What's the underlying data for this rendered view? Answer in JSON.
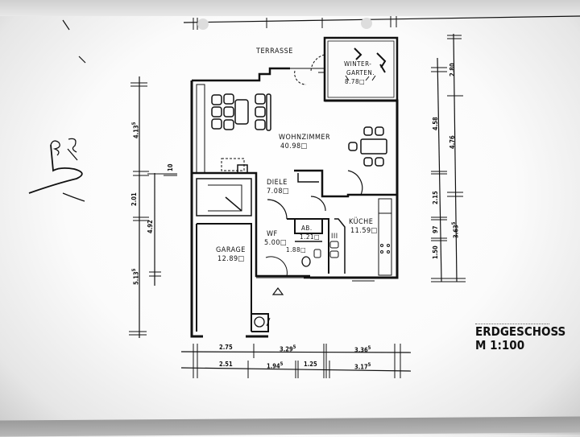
{
  "drawing": {
    "title": "ERDGESCHOSS",
    "scale": "M 1:100"
  },
  "rooms": [
    {
      "name": "TERRASSE",
      "area": ""
    },
    {
      "name": "WINTER-",
      "name2": "GARTEN.",
      "area": "8.78□"
    },
    {
      "name": "WOHNZIMMER",
      "area": "40.98□"
    },
    {
      "name": "DIELE",
      "area": "7.08□"
    },
    {
      "name": "WF",
      "area": "5.00□"
    },
    {
      "name": "AB.",
      "area": "1.21□"
    },
    {
      "name": "",
      "area": "1.88□"
    },
    {
      "name": "KÜCHE",
      "area": "11.59□"
    },
    {
      "name": "GARAGE",
      "area": "12.89□"
    }
  ],
  "dimensions": {
    "bottom_row1": [
      "2.75",
      "3.29",
      "3.36"
    ],
    "bottom_row1_sup": [
      "",
      "5",
      "5"
    ],
    "bottom_row2": [
      "2.51",
      "1.94",
      "1.25",
      "3.17"
    ],
    "bottom_row2_sup": [
      "",
      "5",
      "",
      "5"
    ],
    "left_outer": [
      "4.13",
      "2.01",
      "5.13"
    ],
    "left_outer_sup": [
      "5",
      "",
      "5"
    ],
    "left_inner": [
      "10",
      "4.92"
    ],
    "right_inner": [
      "4.58",
      "2.15",
      "97",
      "1.50"
    ],
    "right_outer": [
      "2.80",
      "4.76",
      "3.63"
    ],
    "right_outer_sup": [
      "",
      "",
      "5"
    ]
  },
  "annotations": {
    "handwritten": "handwritten signature mark",
    "kitchen_symbol": "III"
  }
}
